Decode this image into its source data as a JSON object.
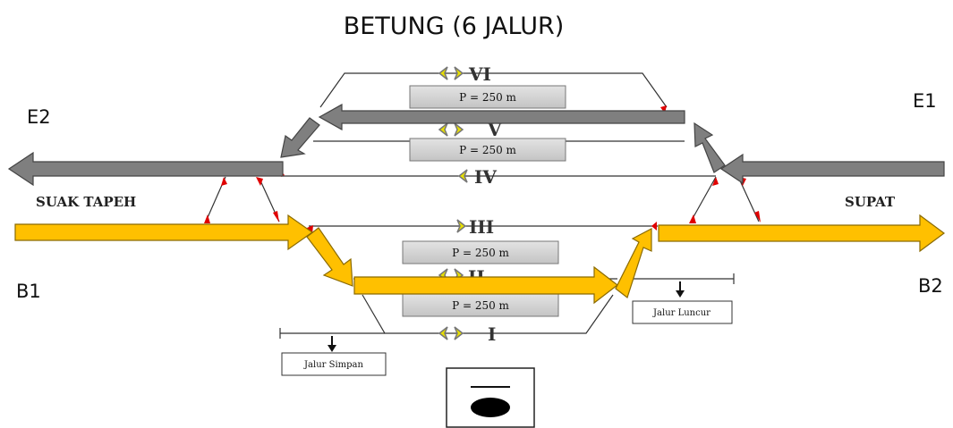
{
  "title": "BETUNG (6 JALUR)",
  "ends": {
    "e1": "E1",
    "e2": "E2",
    "b1": "B1",
    "b2": "B2"
  },
  "stations": {
    "left": "SUAK TAPEH",
    "right": "SUPAT"
  },
  "tracks": {
    "vi": "VI",
    "v": "V",
    "iv": "IV",
    "iii": "III",
    "ii": "II",
    "i": "I"
  },
  "platforms": {
    "p_vi": "P = 250 m",
    "p_v": "P = 250 m",
    "p_iii": "P = 250 m",
    "p_ii": "P = 250 m"
  },
  "sidings": {
    "simpan": "Jalur Simpan",
    "luncur": "Jalur Luncur"
  },
  "colors": {
    "route_e": "#7f7f7f",
    "route_b": "#ffc000",
    "signal": "#e8e000",
    "switch_mark": "#e00000"
  }
}
